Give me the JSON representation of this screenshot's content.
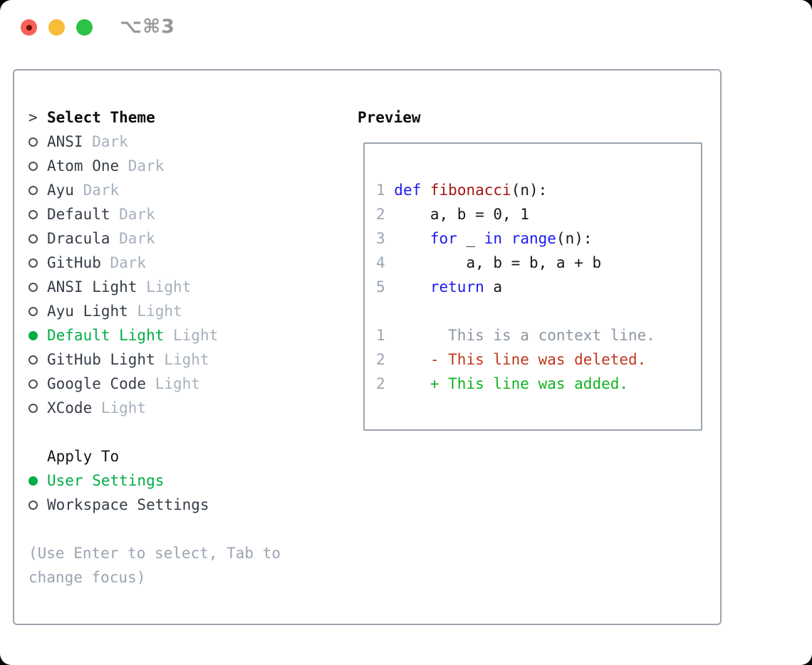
{
  "window": {
    "title": "⌥⌘3",
    "traffic_lights": [
      {
        "name": "close-button",
        "color": "#f96057"
      },
      {
        "name": "minimize-button",
        "color": "#f8bc37"
      },
      {
        "name": "zoom-button",
        "color": "#2bc245"
      }
    ]
  },
  "theme_picker": {
    "prompt": ">",
    "title": "Select Theme",
    "items": [
      {
        "name": "ANSI",
        "variant": "Dark",
        "selected": false
      },
      {
        "name": "Atom One",
        "variant": "Dark",
        "selected": false
      },
      {
        "name": "Ayu",
        "variant": "Dark",
        "selected": false
      },
      {
        "name": "Default",
        "variant": "Dark",
        "selected": false
      },
      {
        "name": "Dracula",
        "variant": "Dark",
        "selected": false
      },
      {
        "name": "GitHub",
        "variant": "Dark",
        "selected": false
      },
      {
        "name": "ANSI Light",
        "variant": "Light",
        "selected": false
      },
      {
        "name": "Ayu Light",
        "variant": "Light",
        "selected": false
      },
      {
        "name": "Default Light",
        "variant": "Light",
        "selected": true
      },
      {
        "name": "GitHub Light",
        "variant": "Light",
        "selected": false
      },
      {
        "name": "Google Code",
        "variant": "Light",
        "selected": false
      },
      {
        "name": "XCode",
        "variant": "Light",
        "selected": false
      }
    ],
    "apply_to": {
      "title": "Apply To",
      "options": [
        {
          "name": "User Settings",
          "selected": true
        },
        {
          "name": "Workspace Settings",
          "selected": false
        }
      ]
    },
    "help": "(Use Enter to select, Tab to change focus)"
  },
  "preview": {
    "title": "Preview",
    "lines": [
      {
        "num": "1",
        "segments": [
          {
            "text": "def",
            "token": "keyword"
          },
          {
            "text": " ",
            "token": "plain"
          },
          {
            "text": "fibonacci",
            "token": "function"
          },
          {
            "text": "(n):",
            "token": "plain"
          }
        ]
      },
      {
        "num": "2",
        "segments": [
          {
            "text": "    a, b = 0, 1",
            "token": "plain"
          }
        ]
      },
      {
        "num": "3",
        "segments": [
          {
            "text": "    ",
            "token": "plain"
          },
          {
            "text": "for",
            "token": "keyword"
          },
          {
            "text": " _ ",
            "token": "plain"
          },
          {
            "text": "in",
            "token": "keyword"
          },
          {
            "text": " ",
            "token": "plain"
          },
          {
            "text": "range",
            "token": "keyword"
          },
          {
            "text": "(n):",
            "token": "plain"
          }
        ]
      },
      {
        "num": "4",
        "segments": [
          {
            "text": "        a, b = b, a + b",
            "token": "plain"
          }
        ]
      },
      {
        "num": "5",
        "segments": [
          {
            "text": "    ",
            "token": "plain"
          },
          {
            "text": "return",
            "token": "keyword"
          },
          {
            "text": " a",
            "token": "plain"
          }
        ]
      },
      {
        "num": "",
        "segments": []
      },
      {
        "num": "1",
        "segments": [
          {
            "text": "      This is a context line.",
            "token": "context"
          }
        ]
      },
      {
        "num": "2",
        "segments": [
          {
            "text": "    - This line was deleted.",
            "token": "deleted"
          }
        ]
      },
      {
        "num": "2",
        "segments": [
          {
            "text": "    + This line was added.",
            "token": "added"
          }
        ]
      }
    ]
  },
  "colors": {
    "selection_green": "#00ad44",
    "diff_added_green": "#12b31f",
    "diff_deleted_red": "#c0371f",
    "keyword_blue": "#1b1bef",
    "function_red": "#a31515",
    "muted_gray": "#a6b0bd",
    "border_gray": "#9ba4ae"
  }
}
